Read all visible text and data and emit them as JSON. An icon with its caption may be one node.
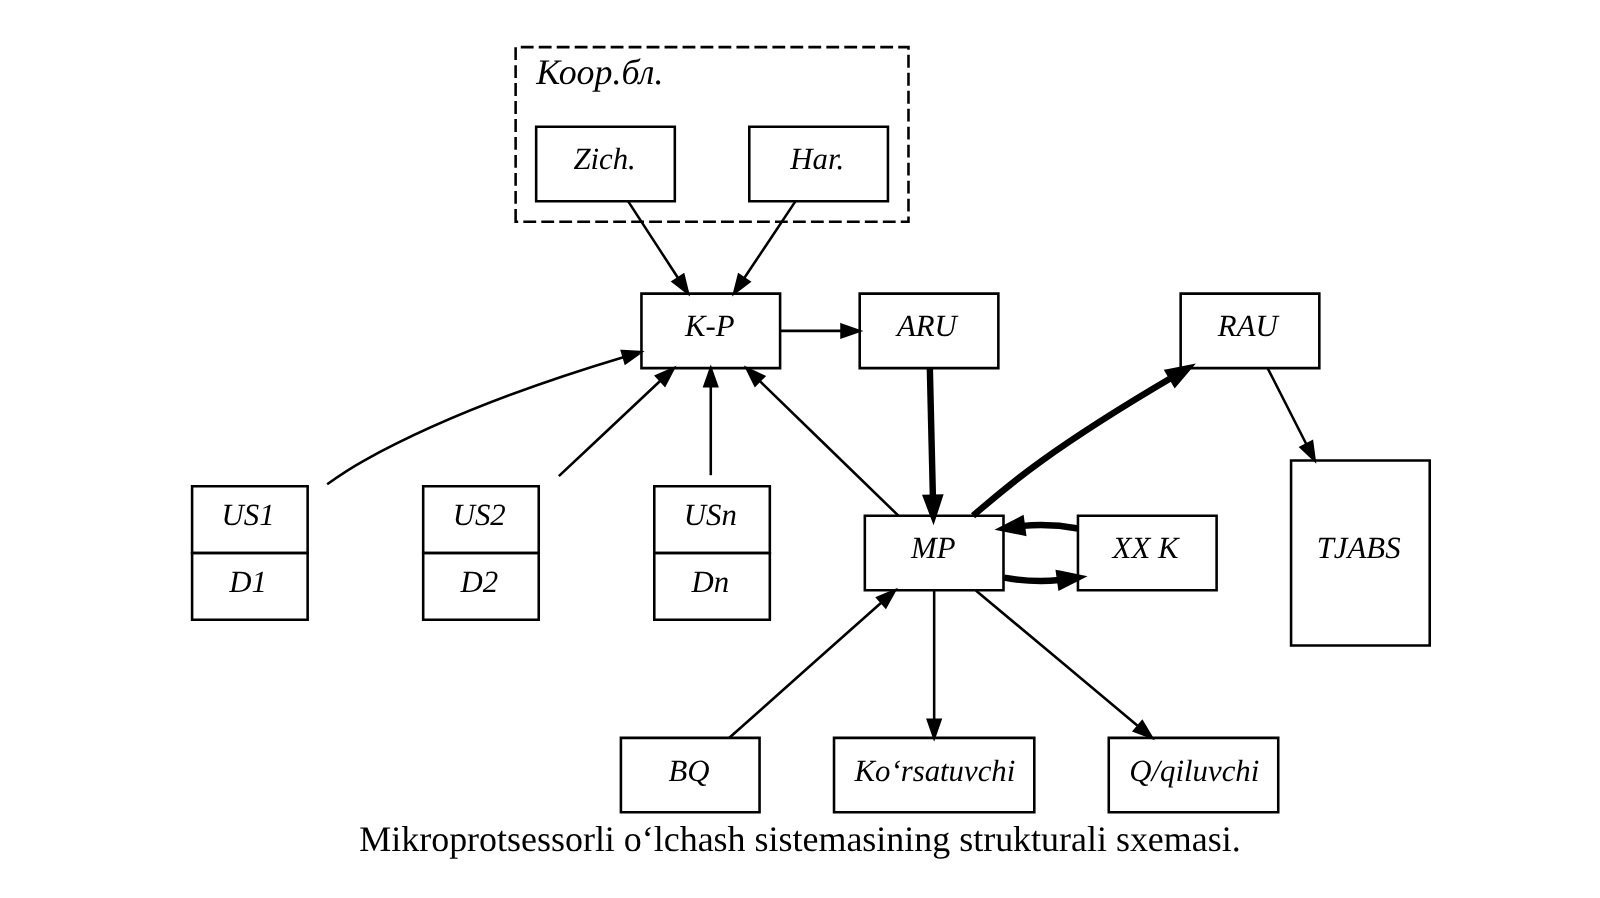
{
  "diagram": {
    "caption": "Mikroprotsessorli o‘lchash sistemasining strukturali sxemasi.",
    "nodes": [
      {
        "text": [
          "Коор.бл."
        ]
      },
      {
        "text": [
          "Har."
        ],
        "in": 0
      },
      {
        "text": [
          "Zich."
        ],
        "in": 0
      },
      {
        "text": [
          "Ko‘rsatuvchi"
        ]
      },
      {
        "text": [
          "Q/qiluvchi"
        ]
      },
      {
        "text": [
          "BQ"
        ]
      },
      {
        "text": [
          "MP"
        ]
      },
      {
        "text": [
          "XX K"
        ]
      },
      {
        "text": [
          "K-P"
        ]
      },
      {
        "text": [
          "ARU"
        ]
      },
      {
        "text": [
          "RAU"
        ]
      },
      {
        "text": [
          "TJABS"
        ]
      },
      {
        "text": [
          "US1",
          "D1"
        ]
      },
      {
        "text": [
          "US2",
          "D2"
        ]
      },
      {
        "text": [
          "USn",
          "Dn"
        ]
      }
    ],
    "edges": [
      {
        "from": 6,
        "to": 3,
        "arrow": "to"
      },
      {
        "from": 6,
        "to": 4,
        "arrow": "to"
      },
      {
        "from": 5,
        "to": 6,
        "arrow": "to"
      },
      {
        "from": 6,
        "to": 7,
        "arrow": "to",
        "style": "thick"
      },
      {
        "from": 7,
        "to": 6,
        "arrow": "to",
        "style": "thick"
      },
      {
        "from": 6,
        "to": 10,
        "arrow": "to",
        "style": "thick"
      },
      {
        "from": 9,
        "to": 6,
        "arrow": "to",
        "style": "thick"
      },
      {
        "from": 6,
        "to": 8,
        "arrow": "to"
      },
      {
        "from": 1,
        "to": 8,
        "arrow": "to"
      },
      {
        "from": 2,
        "to": 8,
        "arrow": "to"
      },
      {
        "from": 8,
        "to": 9,
        "arrow": "to"
      },
      {
        "from": 12,
        "to": 8,
        "arrow": "to"
      },
      {
        "from": 13,
        "to": 8,
        "arrow": "to"
      },
      {
        "from": 14,
        "to": 8,
        "arrow": "to"
      },
      {
        "from": 10,
        "to": 11,
        "arrow": "to"
      }
    ]
  }
}
